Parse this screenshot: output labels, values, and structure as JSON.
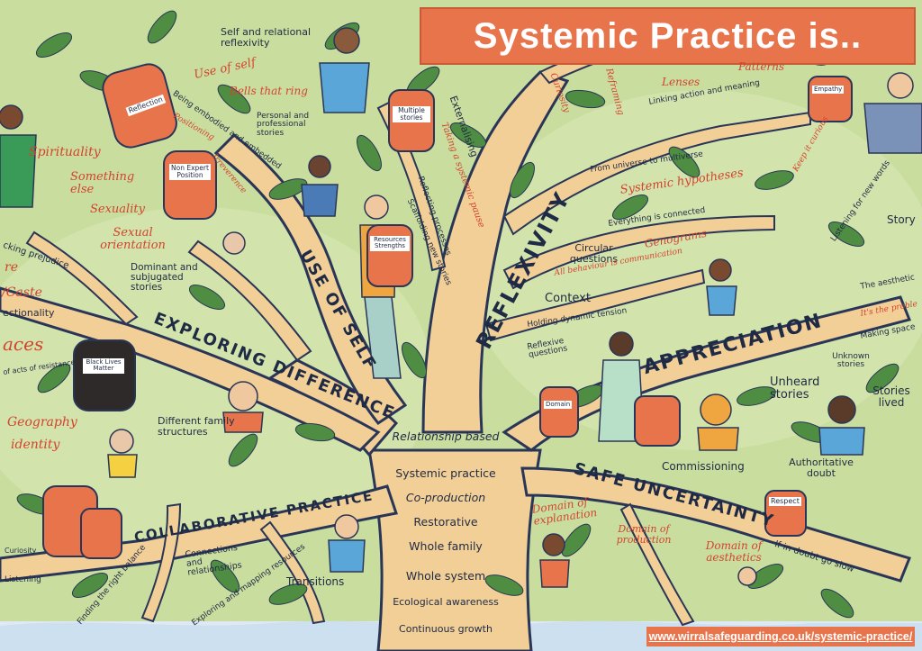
{
  "title": "Systemic Practice is..",
  "url": "www.wirralsafeguarding.co.uk/systemic-practice/",
  "colors": {
    "background": "#c9dd9f",
    "trunk": "#f2cf96",
    "branch_outline": "#2a3657",
    "accent": "#e8744c",
    "red_text": "#d4432f",
    "leaf": "#4f8d43"
  },
  "branches": {
    "use_of_self": "USE OF SELF",
    "reflexivity": "REFLEXIVITY",
    "exploring_difference": "EXPLORING DIFFERENCE",
    "appreciation": "APPRECIATION",
    "collaborative_practice": "COLLABORATIVE PRACTICE",
    "safe_uncertainty": "SAFE UNCERTAINTY"
  },
  "trunk": {
    "relationship_based": "Relationship based",
    "systemic_practice": "Systemic practice",
    "co_production": "Co-production",
    "restorative": "Restorative",
    "whole_family": "Whole family",
    "whole_system": "Whole system",
    "ecological_awareness": "Ecological awareness",
    "continuous_growth": "Continuous growth"
  },
  "labels": {
    "self_relational": "Self and relational reflexivity",
    "use_of_self_red": "Use of self",
    "bells": "Bells that ring",
    "personal_stories": "Personal and professional stories",
    "being_embodied": "Being embodied and embedded",
    "positioning": "Positioning",
    "irreverence": "Irreverence",
    "spirituality": "Spirituality",
    "something_else": "Something else",
    "sexuality": "Sexuality",
    "sexual_orientation": "Sexual orientation",
    "dominant_stories": "Dominant and subjugated stories",
    "caste": "/Caste",
    "re": "re",
    "ectionality": "ectionality",
    "aces": "aces",
    "prejudice": "cking prejudice",
    "resistance": "of acts of resistance",
    "geography": "Geography",
    "identity": "identity",
    "different_family": "Different family structures",
    "externalising": "Externalising",
    "taking_pause": "Taking a systemic pause",
    "reflecting_processes": "Reflecting processes",
    "scaffolding": "Scaffolding new stories",
    "curiosity": "Curiosity",
    "reframing": "Reframing",
    "lenses": "Lenses",
    "patterns": "Patterns",
    "linking": "Linking action and meaning",
    "universe": "From universe to multiverse",
    "hypotheses": "Systemic hypotheses",
    "connected": "Everything is connected",
    "circular": "Circular questions",
    "genograms": "Genograms",
    "communication": "All behaviour is communication",
    "context": "Context",
    "dynamic_tension": "Holding dynamic tension",
    "reflexive_questions": "Reflexive questions",
    "keep_curious": "Keep it curious",
    "listening": "Listening for new words",
    "story": "Story",
    "aesthetics_frag": "The aesthetic",
    "problem_frag": "It's the proble",
    "making_space": "Making space",
    "unknown_stories": "Unknown stories",
    "unheard_stories": "Unheard stories",
    "stories_lived": "Stories lived",
    "commissioning": "Commissioning",
    "authoritative_doubt": "Authoritative doubt",
    "domain_explanation": "Domain of explanation",
    "domain_production": "Domain of production",
    "domain_aesthetics": "Domain of aesthetics",
    "if_in_doubt": "If in doubt go slow",
    "connections": "Connections and relationships",
    "exploring_resources": "Exploring and mapping resources",
    "transitions": "Transitions",
    "right_balance": "Finding the right balance",
    "listening_left": "Listening",
    "curiosity_left": "Curiosity"
  },
  "backpacks": {
    "reflection": "Reflection",
    "non_expert": "Non Expert Position",
    "multiple_stories": "Multiple stories",
    "resources": "Resources Strengths",
    "black_lives": "Black Lives Matter",
    "domain_bag": "Domain",
    "respect": "Respect",
    "empathy": "Empathy"
  }
}
